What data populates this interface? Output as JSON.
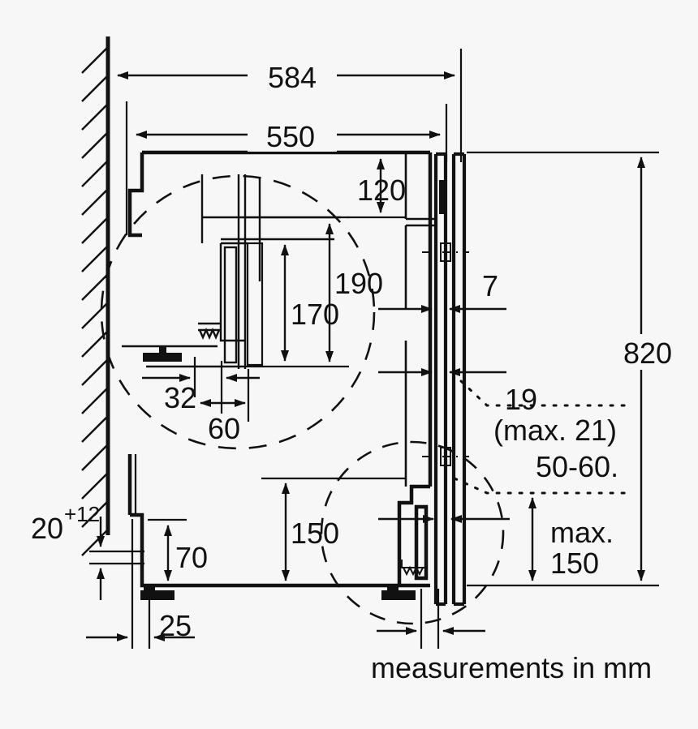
{
  "drawing": {
    "title_caption": "measurements in mm",
    "units": "mm",
    "background_color": "#f7f7f7",
    "line_color": "#111111"
  },
  "dimensions": {
    "depth_overall": "584",
    "depth_niche": "550",
    "top_offset": "120",
    "detail_190": "190",
    "detail_170": "170",
    "detail_32": "32",
    "detail_60": "60",
    "door_gap_7": "7",
    "height_overall": "820",
    "panel_thickness": "19",
    "panel_thickness_note": "(max. 21)",
    "handle_range": "50-60.",
    "plinth_height": "150",
    "plinth_max_label": "max.",
    "plinth_max_value": "150",
    "foot_height": "70",
    "foot_offset": "25",
    "wall_gap": "20",
    "wall_gap_tolerance": "+12"
  }
}
